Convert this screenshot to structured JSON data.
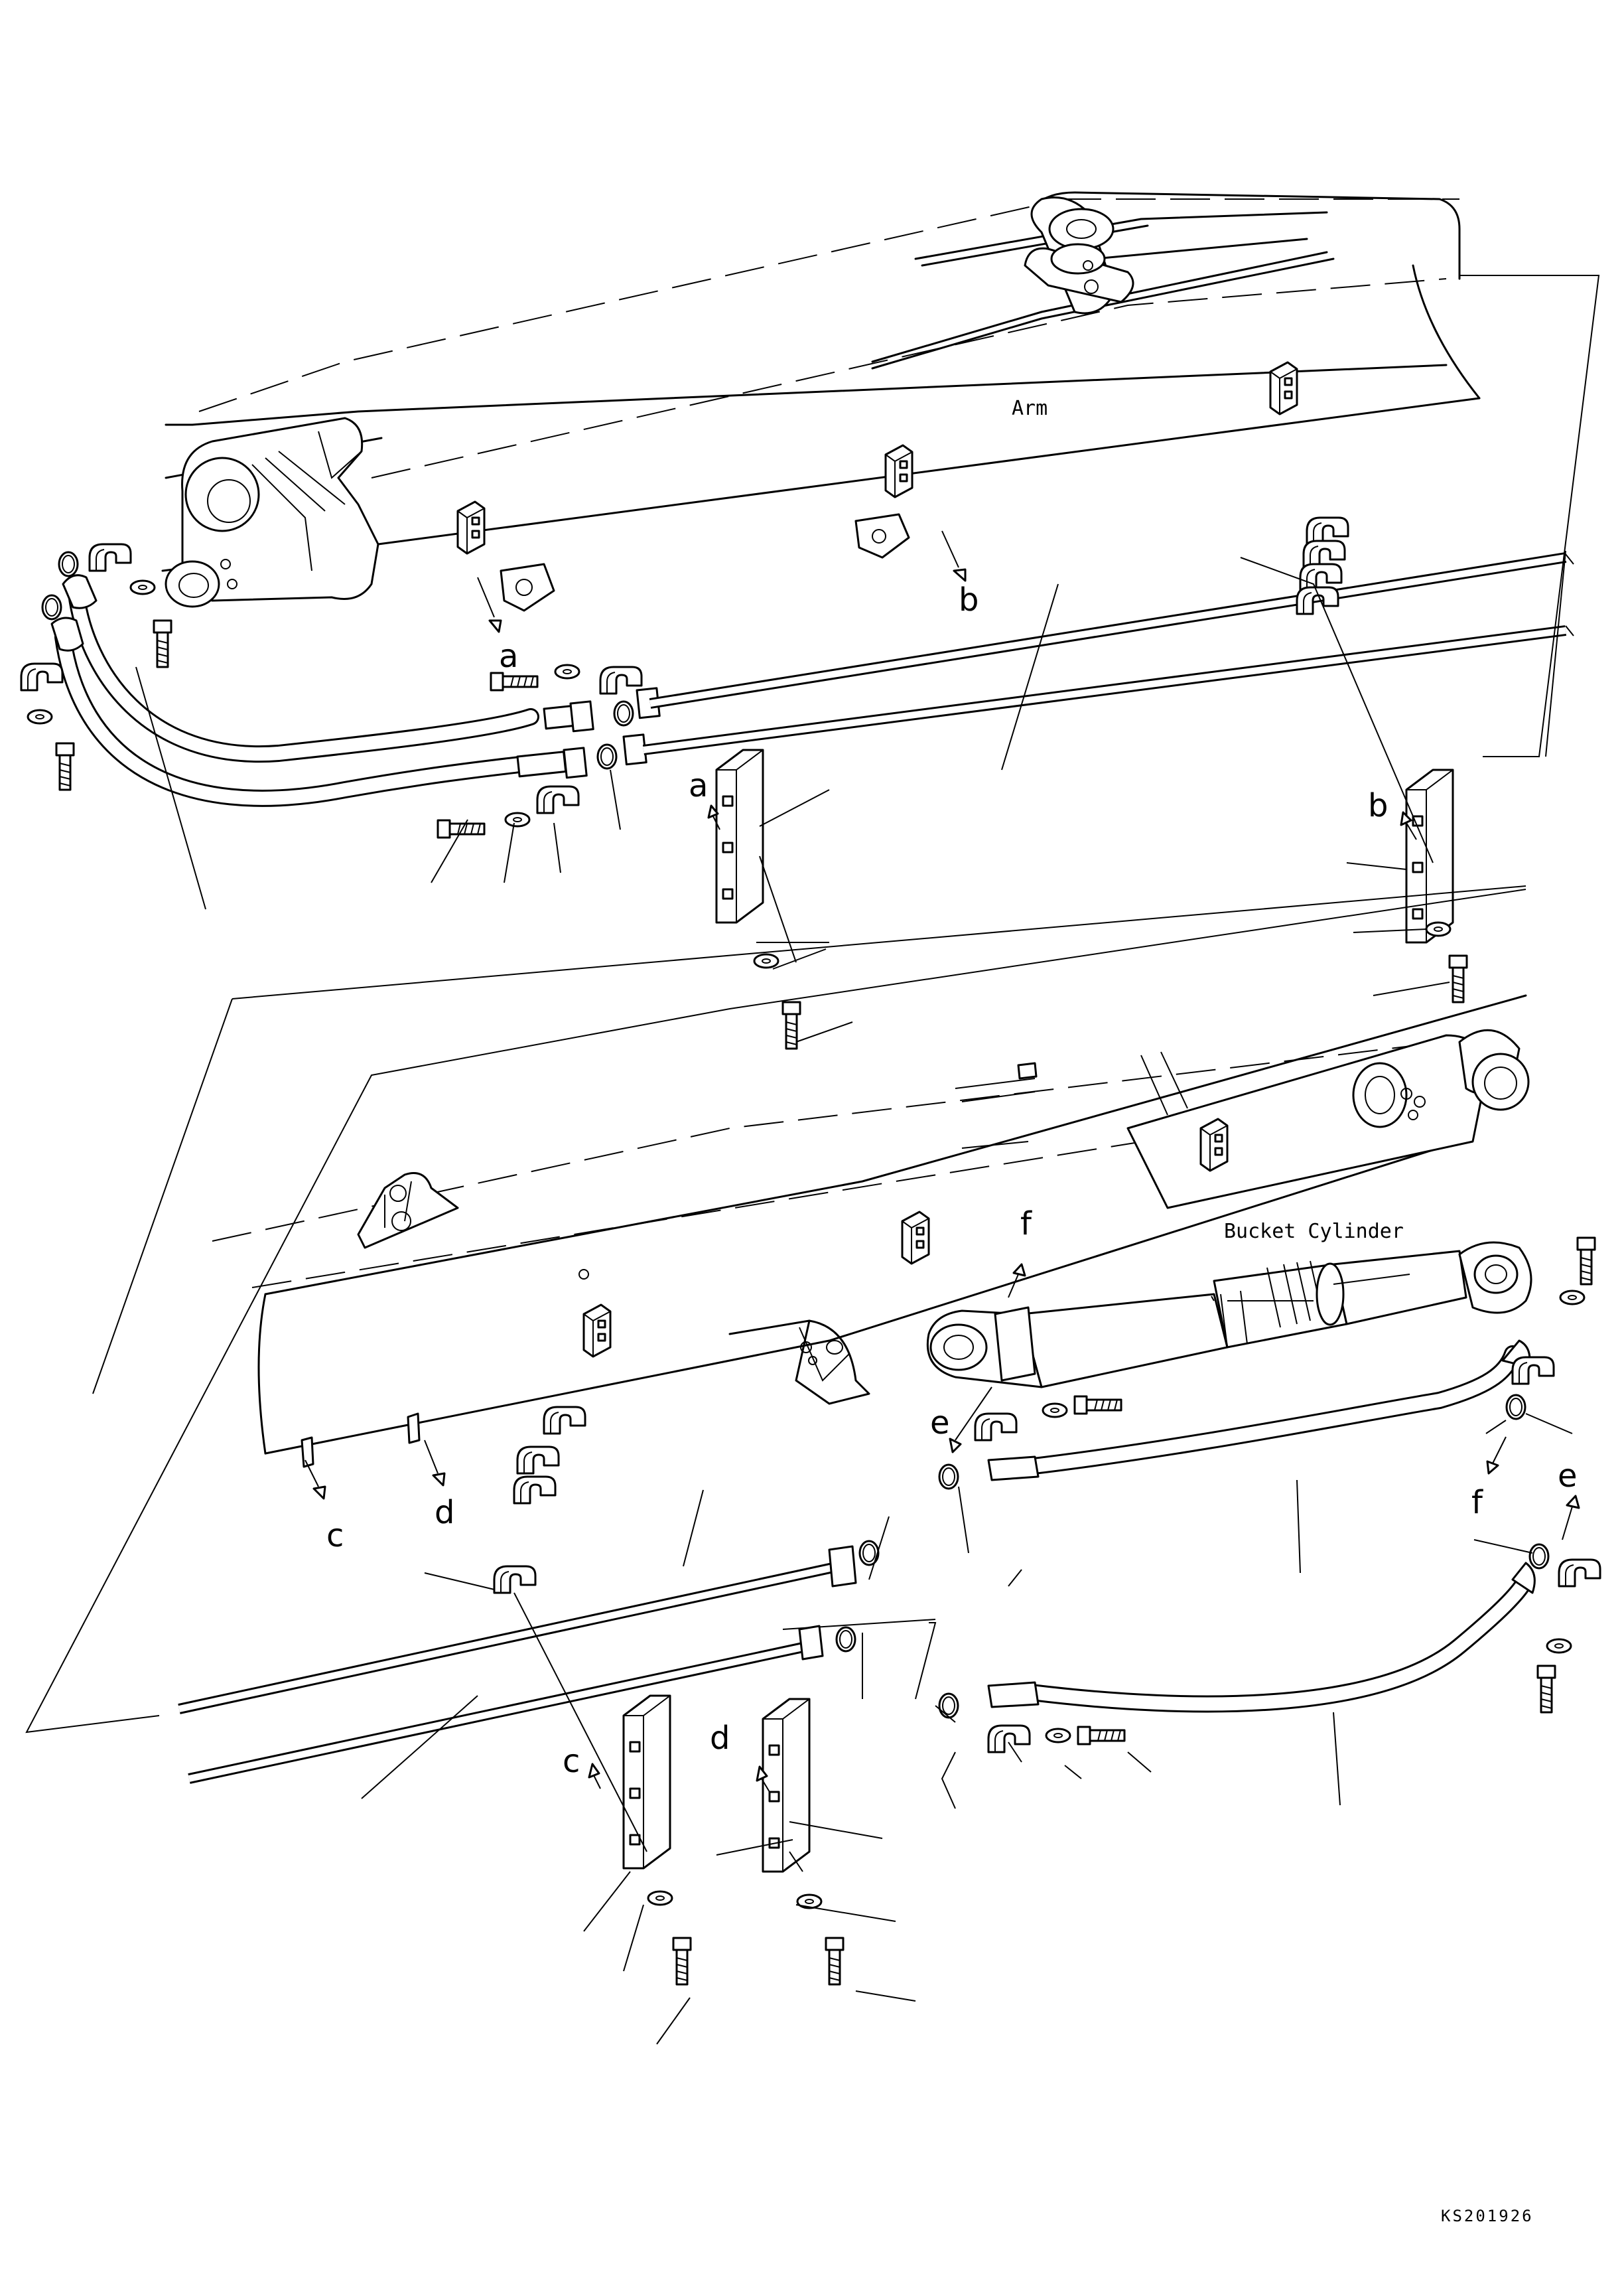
{
  "labels": {
    "arm": "Arm",
    "bucket_cylinder": "Bucket Cylinder",
    "drawing_code": "KS201926"
  },
  "keys": {
    "a": "a",
    "b": "b",
    "c": "c",
    "d": "d",
    "e": "e",
    "f": "f"
  }
}
